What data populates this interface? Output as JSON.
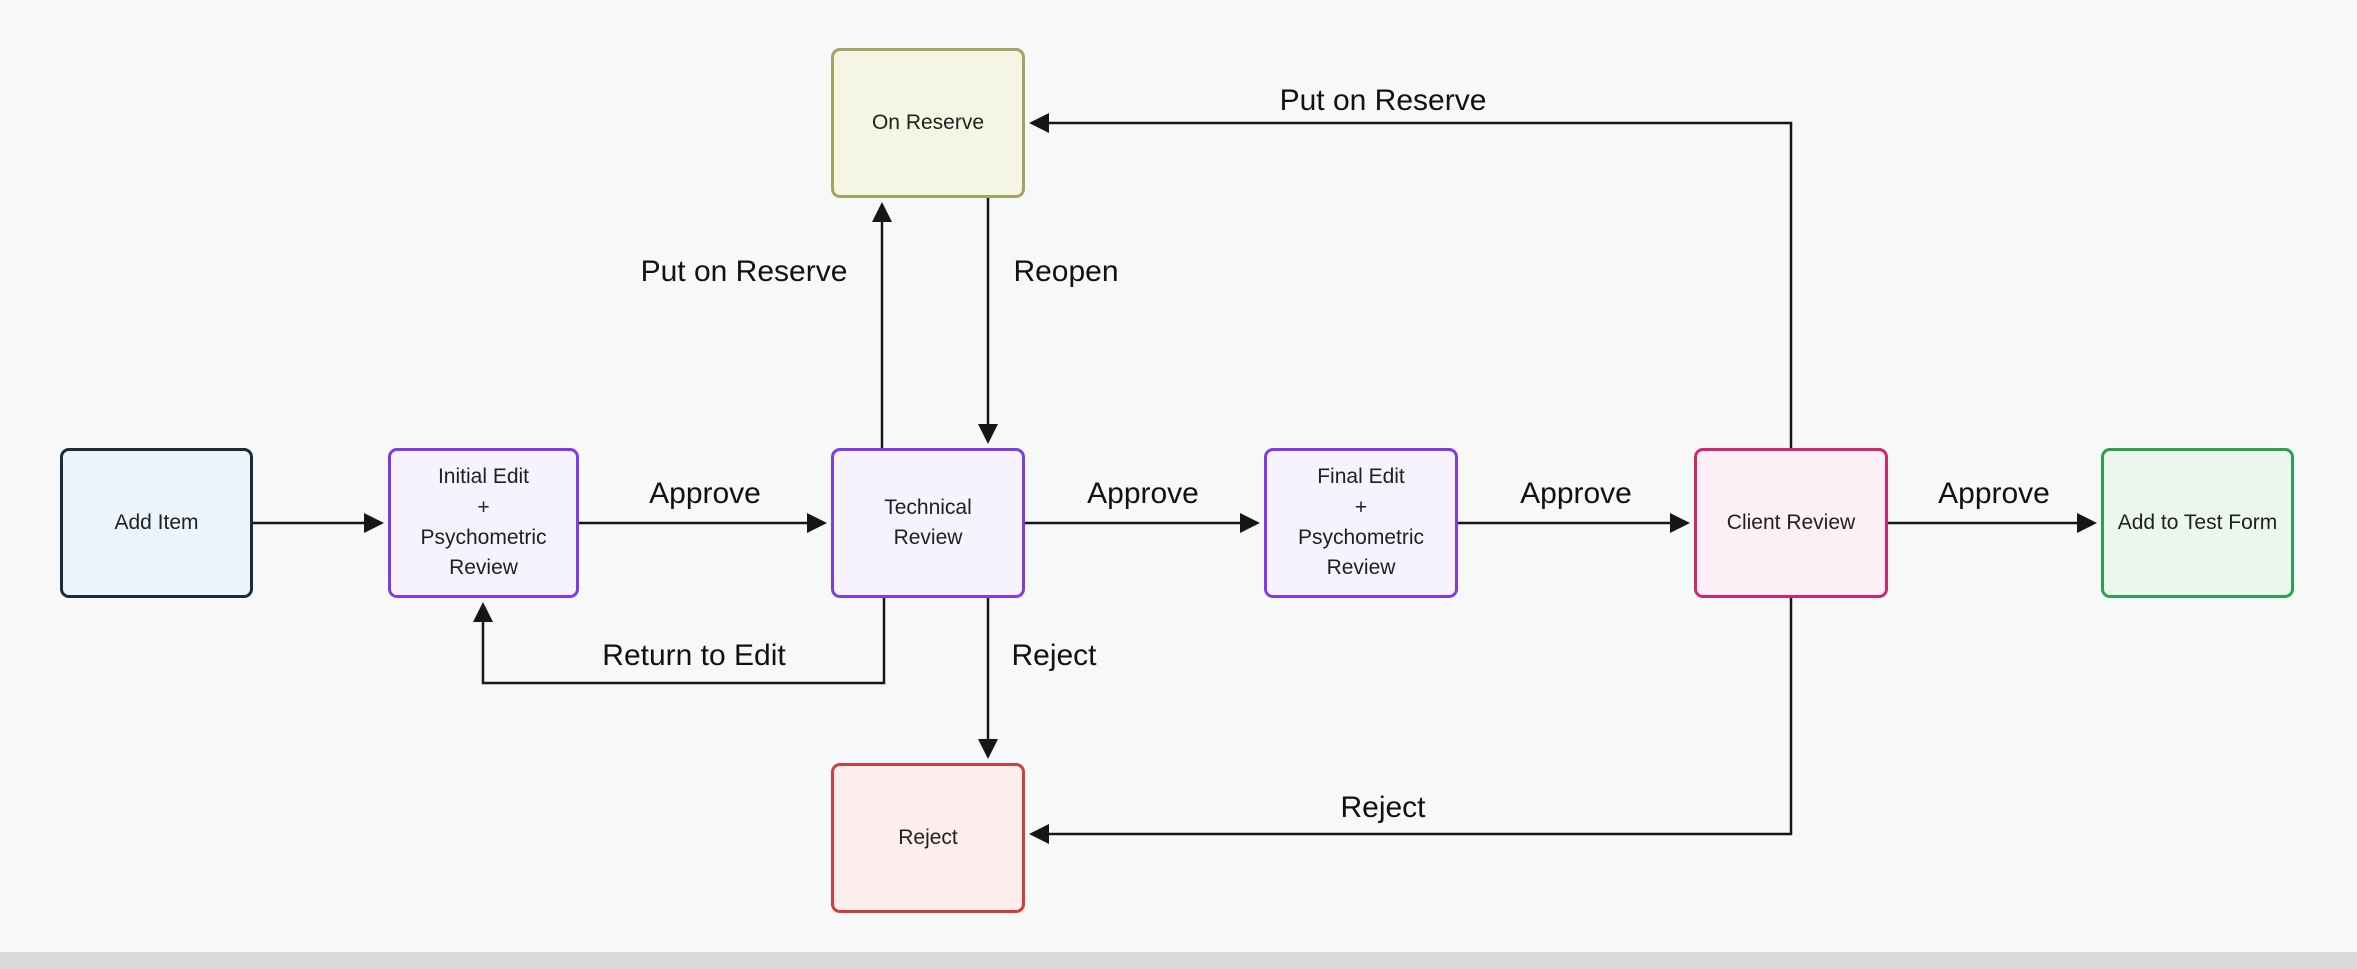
{
  "diagram": {
    "nodes": {
      "add_item": {
        "label": "Add Item"
      },
      "initial_edit": {
        "label": "Initial Edit\n+\nPsychometric\nReview"
      },
      "technical_review": {
        "label": "Technical\nReview"
      },
      "on_reserve": {
        "label": "On Reserve"
      },
      "final_edit": {
        "label": "Final Edit\n+\nPsychometric\nReview"
      },
      "client_review": {
        "label": "Client Review"
      },
      "add_to_test_form": {
        "label": "Add to Test Form"
      },
      "reject": {
        "label": "Reject"
      }
    },
    "edge_labels": {
      "approve_1": "Approve",
      "approve_2": "Approve",
      "approve_3": "Approve",
      "approve_4": "Approve",
      "put_on_reserve_left": "Put on Reserve",
      "reopen": "Reopen",
      "put_on_reserve_top": "Put on Reserve",
      "return_to_edit": "Return to Edit",
      "reject_mid": "Reject",
      "reject_bottom": "Reject"
    },
    "palette": {
      "background": "#f7f8f8",
      "edge_line": "#161616",
      "add_item_border": "#1c2b3a",
      "add_item_fill": "#ecf4fb",
      "review_border": "#7d3ce8",
      "review_fill": "#f7f3fe",
      "on_reserve_border": "#a3a362",
      "on_reserve_fill": "#f5f5e4",
      "client_review_border": "#d02670",
      "client_review_fill": "#fdeff6",
      "add_to_test_border": "#2e9e4f",
      "add_to_test_fill": "#ebf7ee",
      "reject_border": "#d43d3d",
      "reject_fill": "#fdeeee",
      "bottom_bar": "#d9d9d9"
    }
  }
}
